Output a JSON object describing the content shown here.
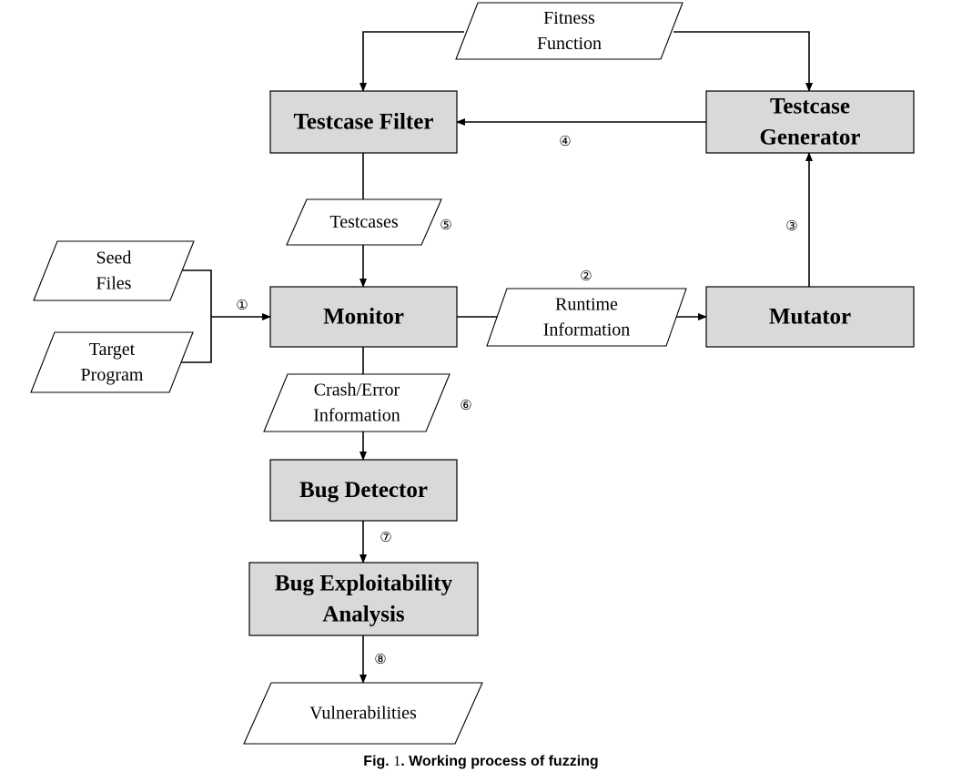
{
  "diagram": {
    "colors": {
      "box_fill": "#d9d9d9",
      "stroke": "#000000",
      "background": "#ffffff"
    },
    "processes": {
      "testcase_filter": [
        "Testcase Filter"
      ],
      "testcase_generator": [
        "Testcase",
        "Generator"
      ],
      "monitor": [
        "Monitor"
      ],
      "mutator": [
        "Mutator"
      ],
      "bug_detector": [
        "Bug Detector"
      ],
      "bug_exploitability": [
        "Bug Exploitability",
        "Analysis"
      ]
    },
    "data_items": {
      "fitness_function": [
        "Fitness",
        "Function"
      ],
      "testcases": [
        "Testcases"
      ],
      "seed_files": [
        "Seed",
        "Files"
      ],
      "target_program": [
        "Target",
        "Program"
      ],
      "runtime_information": [
        "Runtime",
        "Information"
      ],
      "crash_error_information": [
        "Crash/Error",
        "Information"
      ],
      "vulnerabilities": [
        "Vulnerabilities"
      ]
    },
    "steps": {
      "s1": "①",
      "s2": "②",
      "s3": "③",
      "s4": "④",
      "s5": "⑤",
      "s6": "⑥",
      "s7": "⑦",
      "s8": "⑧"
    }
  },
  "caption": {
    "prefix": "Fig.",
    "number": "1",
    "text": ". Working process of fuzzing"
  }
}
